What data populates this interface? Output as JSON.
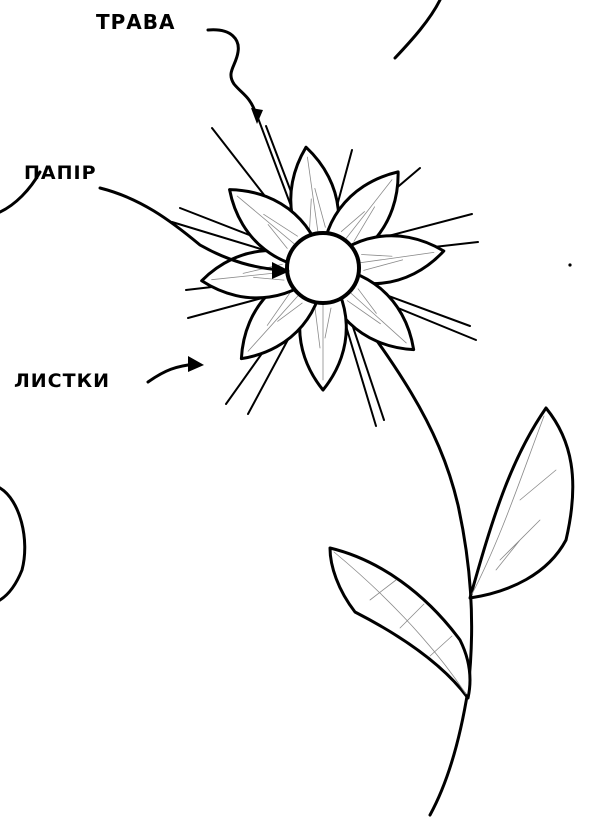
{
  "labels": {
    "grass": "ТРАВА",
    "paper": "ПАПІР",
    "leaves": "ЛИСТКИ"
  },
  "colors": {
    "ink": "#000000",
    "background": "#ffffff"
  }
}
